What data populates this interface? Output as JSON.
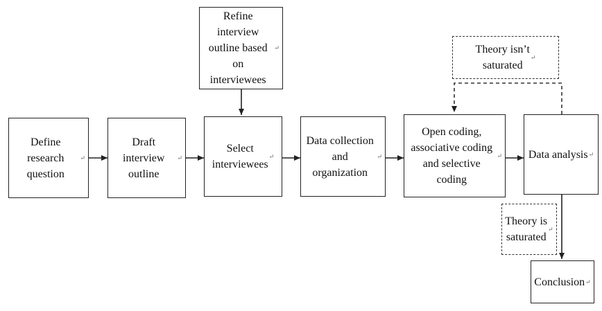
{
  "nodes": {
    "define": "Define research\nquestion",
    "draft": "Draft interview\noutline",
    "refine": "Refine interview\noutline based on\ninterviewees",
    "select": "Select\ninterviewees",
    "collect": "Data collection\nand organization",
    "coding": "Open coding,\nassociative coding\nand selective coding",
    "analysis": "Data analysis",
    "not_saturated": "Theory isn’t\nsaturated",
    "saturated": "Theory is\nsaturated",
    "conclusion": "Conclusion"
  },
  "return_mark": "↵",
  "colors": {
    "stroke": "#222222",
    "dash": "#333333"
  }
}
